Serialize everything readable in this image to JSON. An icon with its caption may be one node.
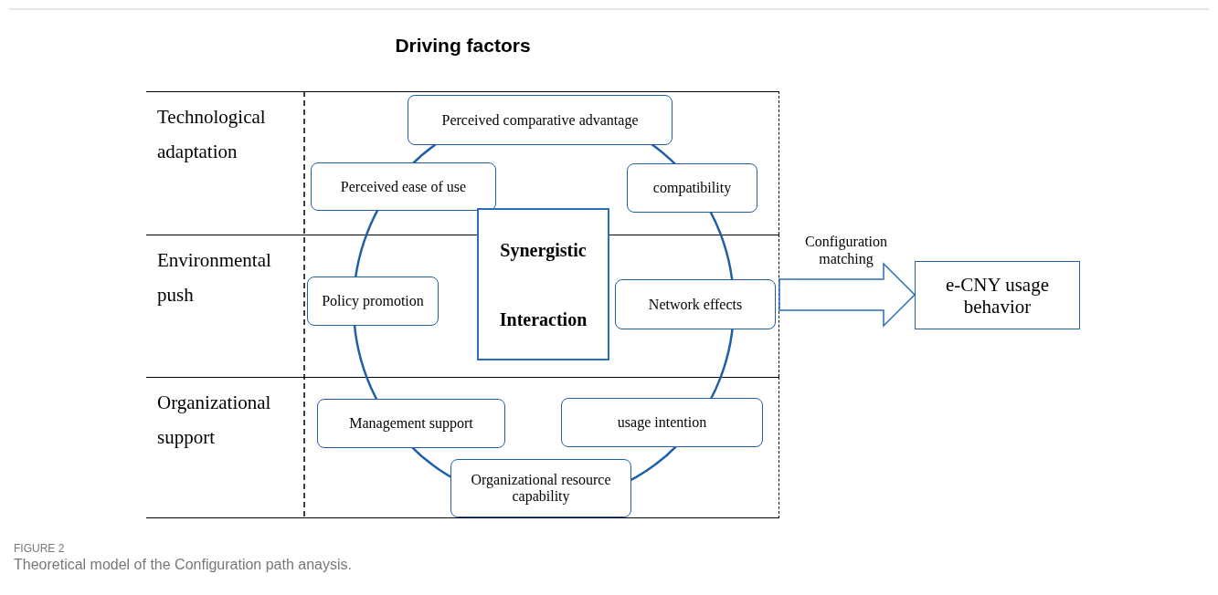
{
  "diagram": {
    "title": "Driving factors",
    "caption": "Theoretical model of the Configuration path anaysis.",
    "nodes": [
      {
        "text": [
          "Technological adaptation"
        ]
      },
      {
        "text": [
          "Perceived comparative advantage"
        ],
        "in": 0
      },
      {
        "text": [
          "Perceived ease of use"
        ],
        "in": 0
      },
      {
        "text": [
          "compatibility"
        ],
        "in": 0
      },
      {
        "text": [
          "Environmental push"
        ]
      },
      {
        "text": [
          "Policy promotion"
        ],
        "in": 4
      },
      {
        "text": [
          "Synergistic Interaction"
        ]
      },
      {
        "text": [
          "Network effects"
        ],
        "in": 4
      },
      {
        "text": [
          "Organizational support"
        ]
      },
      {
        "text": [
          "Management support"
        ],
        "in": 8
      },
      {
        "text": [
          "usage intention"
        ],
        "in": 8
      },
      {
        "text": [
          "Organizational resource capability"
        ],
        "in": 8
      },
      {
        "text": [
          "e-CNY usage behavior"
        ]
      }
    ],
    "edges": [
      {
        "from": null,
        "to": 12,
        "arrow": "to",
        "label": "Configuration matching"
      }
    ],
    "labels": [
      "FIGURE 2"
    ]
  }
}
